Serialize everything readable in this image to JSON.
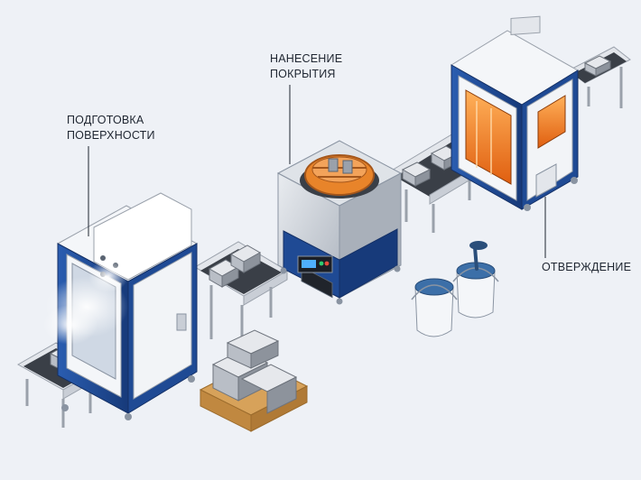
{
  "labels": {
    "surface_prep": [
      "ПОДГОТОВКА",
      "ПОВЕРХНОСТИ"
    ],
    "coating": [
      "НАНЕСЕНИЕ",
      "ПОКРЫТИЯ"
    ],
    "curing": [
      "ОТВЕРЖДЕНИЕ"
    ]
  },
  "colors": {
    "background": "#eef1f6",
    "machine_blue": "#1f4a94",
    "machine_white": "#f4f6f9",
    "steel": "#c9ced6",
    "conveyor_belt": "#3a3f47",
    "oven_glow": "#f07a1e",
    "coating_orange": "#e8842a",
    "pallet_wood": "#d7a25a",
    "paint_blue": "#3c6fa8"
  },
  "icons": {
    "washer": "washing-cabinet-icon",
    "coater": "coating-drum-icon",
    "oven": "curing-oven-icon",
    "pallet": "parts-pallet-icon",
    "paint": "paint-bucket-icon"
  }
}
